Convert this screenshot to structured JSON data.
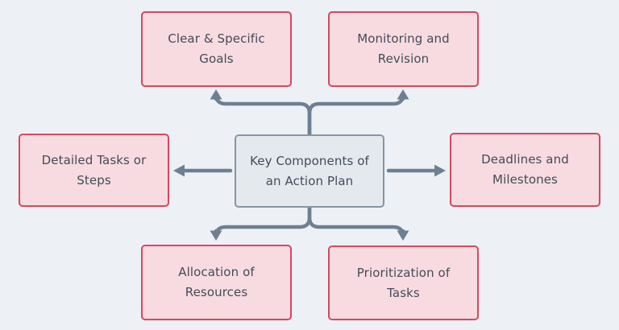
{
  "colors": {
    "background": "#EDF1F5",
    "node-fill": "#F8DBE0",
    "node-border": "#D5485F",
    "center-fill": "#E4E9EE",
    "center-border": "#8795A5",
    "arrow": "#6E7F91",
    "text": "#414C59"
  },
  "diagram": {
    "center": {
      "id": "key-components-action-plan",
      "lines": [
        "Key Components of",
        "an Action Plan"
      ]
    },
    "nodes": [
      {
        "id": "clear-specific-goals",
        "position": "top-left",
        "lines": [
          "Clear & Specific",
          "Goals"
        ]
      },
      {
        "id": "monitoring-revision",
        "position": "top-right",
        "lines": [
          "Monitoring and",
          "Revision"
        ]
      },
      {
        "id": "detailed-tasks-steps",
        "position": "middle-left",
        "lines": [
          "Detailed Tasks or",
          "Steps"
        ]
      },
      {
        "id": "deadlines-milestones",
        "position": "middle-right",
        "lines": [
          "Deadlines and",
          "Milestones"
        ]
      },
      {
        "id": "allocation-resources",
        "position": "bottom-left",
        "lines": [
          "Allocation of",
          "Resources"
        ]
      },
      {
        "id": "prioritization-tasks",
        "position": "bottom-right",
        "lines": [
          "Prioritization of",
          "Tasks"
        ]
      }
    ]
  }
}
